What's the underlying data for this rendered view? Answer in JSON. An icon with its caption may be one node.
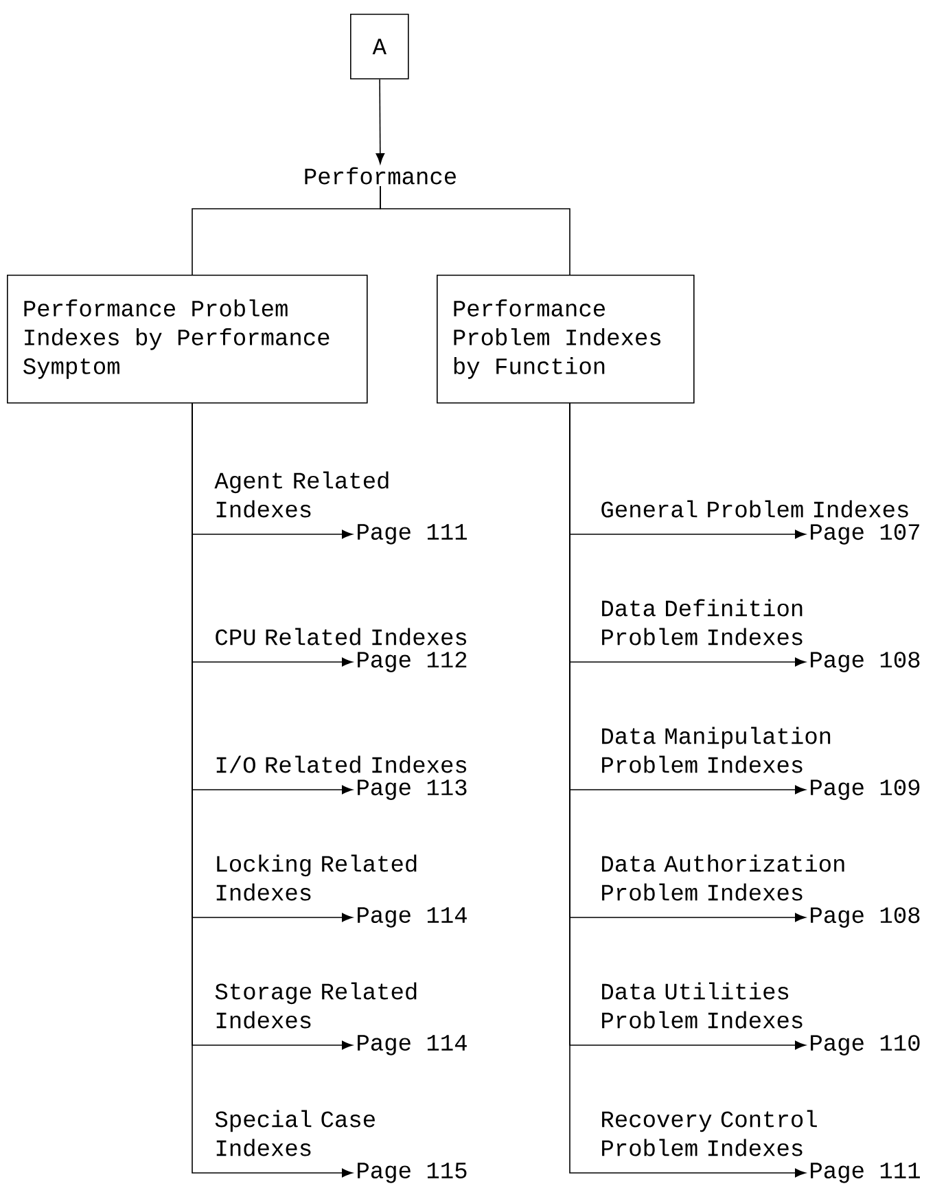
{
  "diagram": {
    "nodes": [
      {
        "text": [
          "A"
        ]
      },
      {
        "text": [
          "Performance"
        ]
      },
      {
        "text": [
          "Performance Problem Indexes by Performance Symptom"
        ]
      },
      {
        "text": [
          "Performance Problem Indexes by Function"
        ]
      },
      {
        "text": [
          "Page 111"
        ]
      },
      {
        "text": [
          "Page 112"
        ]
      },
      {
        "text": [
          "Page 113"
        ]
      },
      {
        "text": [
          "Page 114"
        ]
      },
      {
        "text": [
          "Page 114"
        ]
      },
      {
        "text": [
          "Page 115"
        ]
      },
      {
        "text": [
          "Page 107"
        ]
      },
      {
        "text": [
          "Page 108"
        ]
      },
      {
        "text": [
          "Page 109"
        ]
      },
      {
        "text": [
          "Page 108"
        ]
      },
      {
        "text": [
          "Page 110"
        ]
      },
      {
        "text": [
          "Page 111"
        ]
      }
    ],
    "edges": [
      {
        "from": 0,
        "to": 1,
        "arrow": "to"
      },
      {
        "from": 1,
        "to": 2,
        "arrow": "none"
      },
      {
        "from": 1,
        "to": 3,
        "arrow": "none"
      },
      {
        "from": 2,
        "to": 4,
        "arrow": "to",
        "label": "Agent Related Indexes"
      },
      {
        "from": 2,
        "to": 5,
        "arrow": "to",
        "label": "CPU Related Indexes"
      },
      {
        "from": 2,
        "to": 6,
        "arrow": "to",
        "label": "I/O Related Indexes"
      },
      {
        "from": 2,
        "to": 7,
        "arrow": "to",
        "label": "Locking Related Indexes"
      },
      {
        "from": 2,
        "to": 8,
        "arrow": "to",
        "label": "Storage Related Indexes"
      },
      {
        "from": 2,
        "to": 9,
        "arrow": "to",
        "label": "Special Case Indexes"
      },
      {
        "from": 3,
        "to": 10,
        "arrow": "to",
        "label": "General Problem Indexes"
      },
      {
        "from": 3,
        "to": 11,
        "arrow": "to",
        "label": "Data Definition Problem Indexes"
      },
      {
        "from": 3,
        "to": 12,
        "arrow": "to",
        "label": "Data Manipulation Problem Indexes"
      },
      {
        "from": 3,
        "to": 13,
        "arrow": "to",
        "label": "Data Authorization Problem Indexes"
      },
      {
        "from": 3,
        "to": 14,
        "arrow": "to",
        "label": "Data Utilities Problem Indexes"
      },
      {
        "from": 3,
        "to": 15,
        "arrow": "to",
        "label": "Recovery Control Problem Indexes"
      }
    ]
  }
}
